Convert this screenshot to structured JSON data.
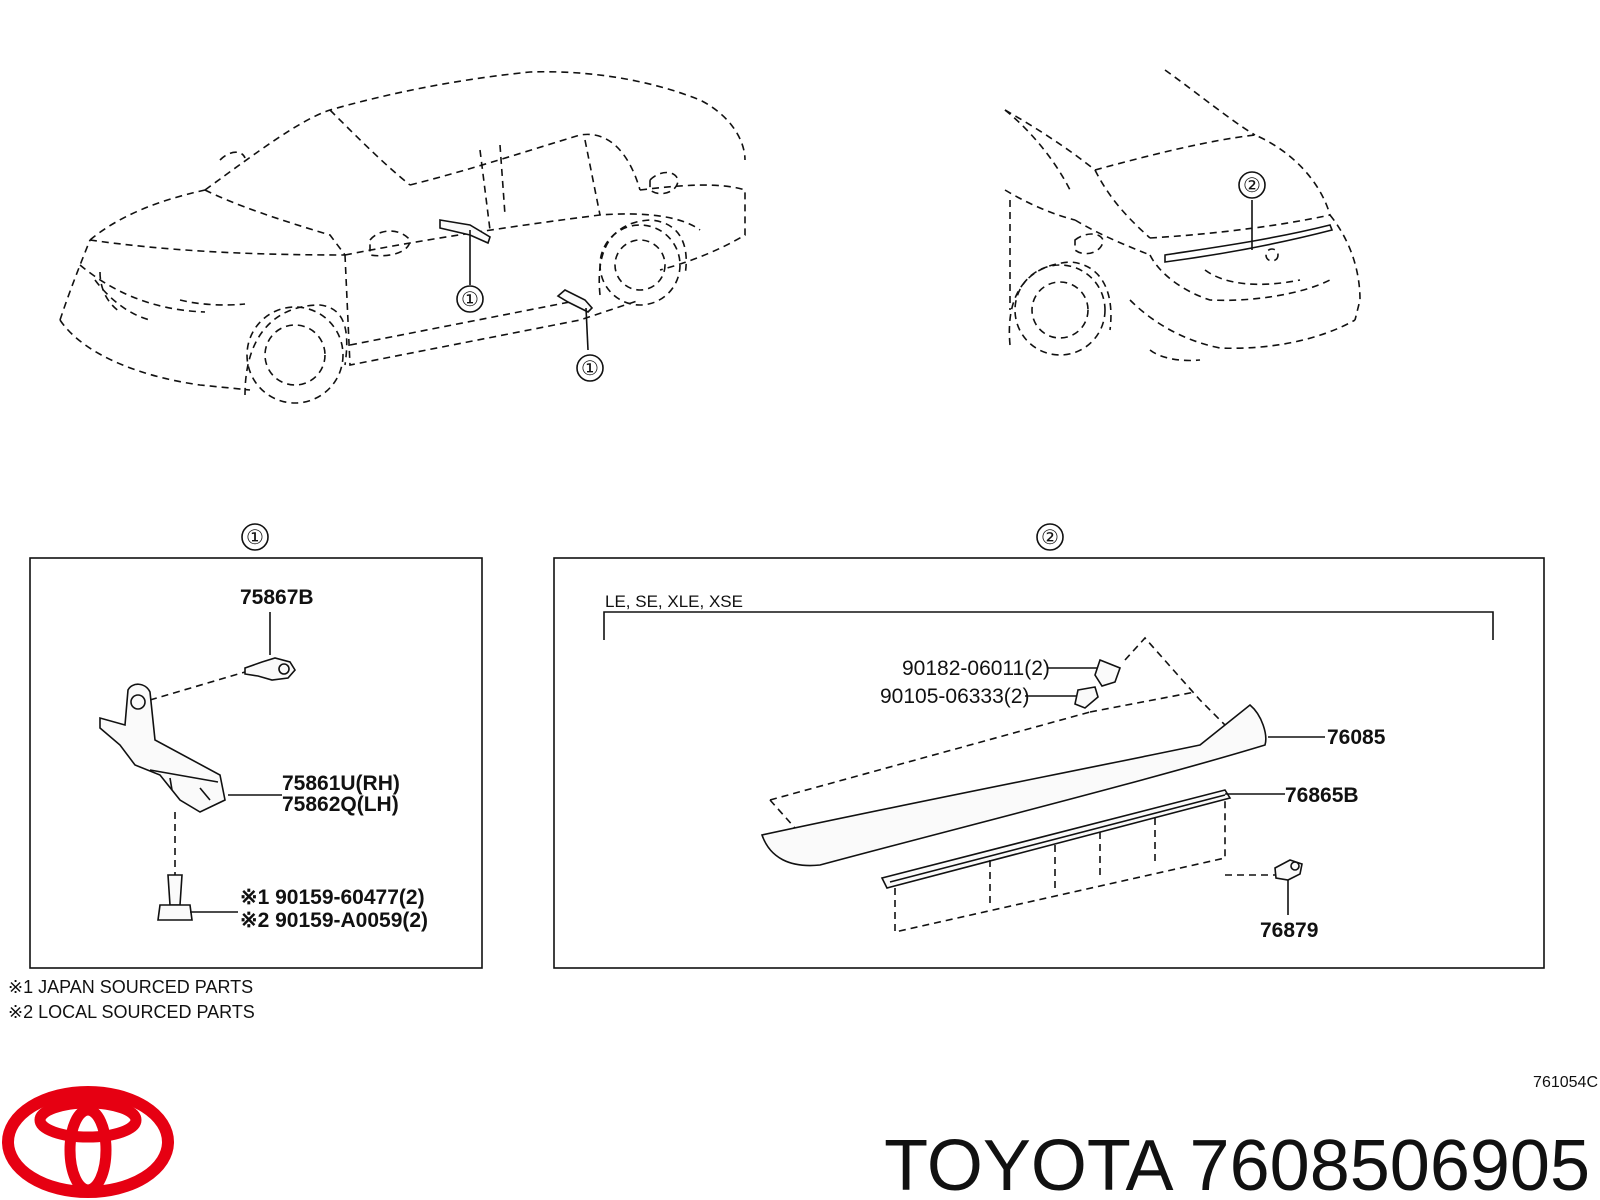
{
  "callouts": {
    "one": "①",
    "two": "②"
  },
  "overview": {
    "front_callout_a": "①",
    "front_callout_b": "①",
    "rear_callout": "②"
  },
  "panel1": {
    "title": "①",
    "part_75867": "75867B",
    "part_75861": "75861U(RH)",
    "part_75862": "75862Q(LH)",
    "bolt_1": "※1 90159-60477(2)",
    "bolt_2": "※2 90159-A0059(2)"
  },
  "panel2": {
    "title": "②",
    "grade_label": "LE, SE, XLE, XSE",
    "nut": "90182-06011(2)",
    "screw": "90105-06333(2)",
    "spoiler": "76085",
    "seal": "76865B",
    "clip": "76879"
  },
  "notes": [
    "※1  JAPAN SOURCED PARTS",
    "※2  LOCAL SOURCED PARTS"
  ],
  "diagram_code": "761054C",
  "branding": {
    "text": "TOYOTA 7608506905",
    "logo_color": "#e60012"
  }
}
